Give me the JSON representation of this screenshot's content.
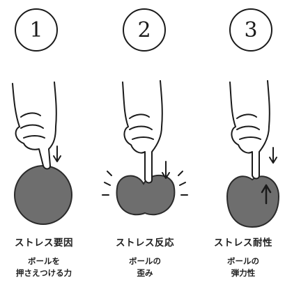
{
  "panels": [
    {
      "number": "1",
      "title": "ストレス要因",
      "line1": "ボールを",
      "line2": "押さえつける力"
    },
    {
      "number": "2",
      "title": "ストレス反応",
      "line1": "ボールの",
      "line2": "歪み"
    },
    {
      "number": "3",
      "title": "ストレス耐性",
      "line1": "ボールの",
      "line2": "弾力性"
    }
  ],
  "colors": {
    "ball": "#6e6e6e",
    "ink": "#1a1a1a"
  }
}
